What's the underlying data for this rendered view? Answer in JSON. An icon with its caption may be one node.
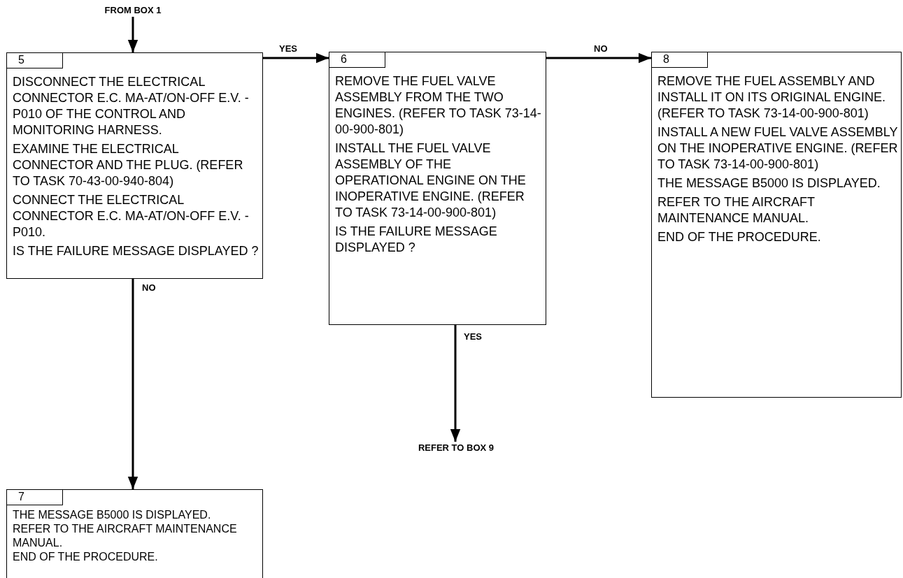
{
  "diagram": {
    "nodes": [
      {
        "text": [
          "FROM BOX 1"
        ]
      },
      {
        "text": [
          "5",
          "DISCONNECT THE ELECTRICAL CONNECTOR E.C. MA-AT/ON-OFF E.V. - P010 OF THE CONTROL AND MONITORING HARNESS.",
          "EXAMINE THE ELECTRICAL CONNECTOR AND THE PLUG. (REFER TO TASK 70-43-00-940-804)",
          "CONNECT THE ELECTRICAL CONNECTOR E.C. MA-AT/ON-OFF E.V. - P010.",
          "IS THE FAILURE MESSAGE DISPLAYED ?"
        ]
      },
      {
        "text": [
          "6",
          "REMOVE THE FUEL VALVE ASSEMBLY FROM THE TWO ENGINES. (REFER TO TASK 73-14-00-900-801)",
          "INSTALL THE FUEL VALVE ASSEMBLY OF THE OPERATIONAL ENGINE ON THE INOPERATIVE ENGINE. (REFER TO TASK 73-14-00-900-801)",
          "IS THE FAILURE MESSAGE DISPLAYED ?"
        ]
      },
      {
        "text": [
          "8",
          "REMOVE THE FUEL ASSEMBLY AND INSTALL IT ON ITS ORIGINAL ENGINE. (REFER TO TASK 73-14-00-900-801)",
          "INSTALL A NEW FUEL VALVE ASSEMBLY ON THE INOPERATIVE ENGINE. (REFER TO TASK 73-14-00-900-801)",
          "THE MESSAGE B5000 IS DISPLAYED.",
          "REFER TO THE AIRCRAFT MAINTENANCE MANUAL.",
          "END OF THE PROCEDURE."
        ]
      },
      {
        "text": [
          "7",
          "THE MESSAGE B5000 IS DISPLAYED.",
          "REFER TO THE AIRCRAFT MAINTENANCE MANUAL.",
          "END OF THE PROCEDURE."
        ]
      },
      {
        "text": [
          "REFER TO BOX 9"
        ]
      }
    ],
    "edges": [
      {
        "from": 0,
        "to": 1,
        "arrow": "to"
      },
      {
        "from": 1,
        "to": 2,
        "arrow": "to",
        "label": "YES"
      },
      {
        "from": 2,
        "to": 3,
        "arrow": "to",
        "label": "NO"
      },
      {
        "from": 1,
        "to": 4,
        "arrow": "to",
        "label": "NO"
      },
      {
        "from": 2,
        "to": 5,
        "arrow": "to",
        "label": "YES"
      }
    ]
  }
}
